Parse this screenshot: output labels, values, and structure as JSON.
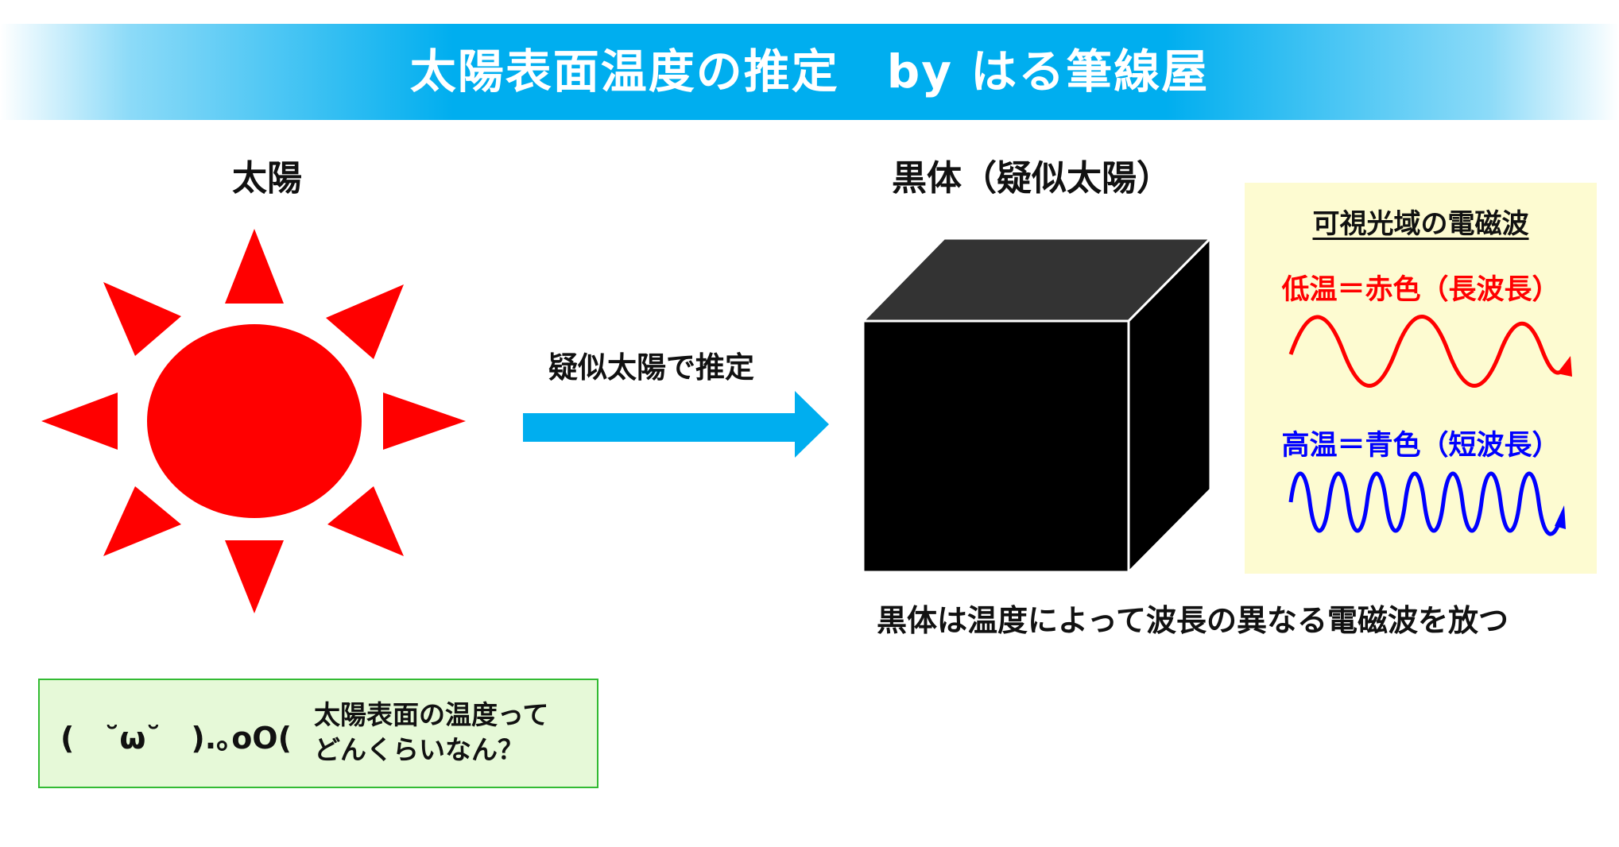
{
  "title": "太陽表面温度の推定　by はる筆線屋",
  "sun": {
    "label": "太陽",
    "color": "#ff0000"
  },
  "arrow": {
    "label": "疑似太陽で推定",
    "color": "#00aeef"
  },
  "blackbody": {
    "label": "黒体（疑似太陽）",
    "caption": "黒体は温度によって波長の異なる電磁波を放つ",
    "front_color": "#000000",
    "top_color": "#333333"
  },
  "visible_panel": {
    "title": "可視光域の電磁波",
    "low_temp": "低温＝赤色（長波長）",
    "high_temp": "高温＝青色（短波長）",
    "low_color": "#ff0000",
    "high_color": "#0000ff"
  },
  "thought": {
    "face": "(　˘ω˘　).｡oO(",
    "line1": "太陽表面の温度って",
    "line2": "どんくらいなん？"
  }
}
